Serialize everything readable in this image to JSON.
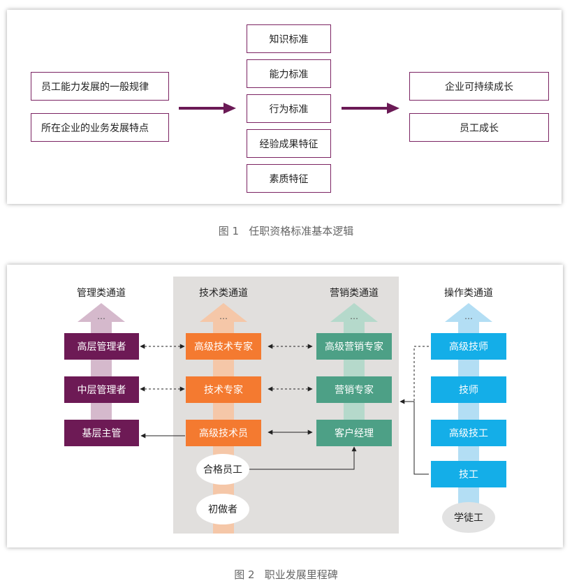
{
  "figure1": {
    "inputs": [
      "员工能力发展的一般规律",
      "所在企业的业务发展特点"
    ],
    "standards": [
      "知识标准",
      "能力标准",
      "行为标准",
      "经验成果特征",
      "素质特征"
    ],
    "outputs": [
      "企业可持续成长",
      "员工成长"
    ],
    "caption": "图 1   任职资格标准基本逻辑",
    "colors": {
      "border": "#7b2362",
      "arrow": "#6b1a56"
    }
  },
  "figure2": {
    "channels": {
      "management": {
        "title": "管理类通道",
        "levels": [
          "高层管理者",
          "中层管理者",
          "基层主管"
        ],
        "color": "#6d1a55",
        "track": "#d5b9cc"
      },
      "technical": {
        "title": "技术类通道",
        "levels": [
          "高级技术专家",
          "技术专家",
          "高级技术员"
        ],
        "color": "#f47a30",
        "track": "#f5c7a8"
      },
      "marketing": {
        "title": "营销类通道",
        "levels": [
          "高级营销专家",
          "营销专家",
          "客户经理"
        ],
        "color": "#4da086",
        "track": "#b5d9cb"
      },
      "operation": {
        "title": "操作类通道",
        "levels": [
          "高级技师",
          "技师",
          "高级技工",
          "技工"
        ],
        "color": "#14aee8",
        "track": "#b3def4"
      }
    },
    "ellipsis": "…",
    "entry": [
      "合格员工",
      "初做者"
    ],
    "apprentice": "学徒工",
    "caption": "图 2   职业发展里程碑",
    "colors": {
      "shaded_area": "#e1dfdd"
    }
  }
}
